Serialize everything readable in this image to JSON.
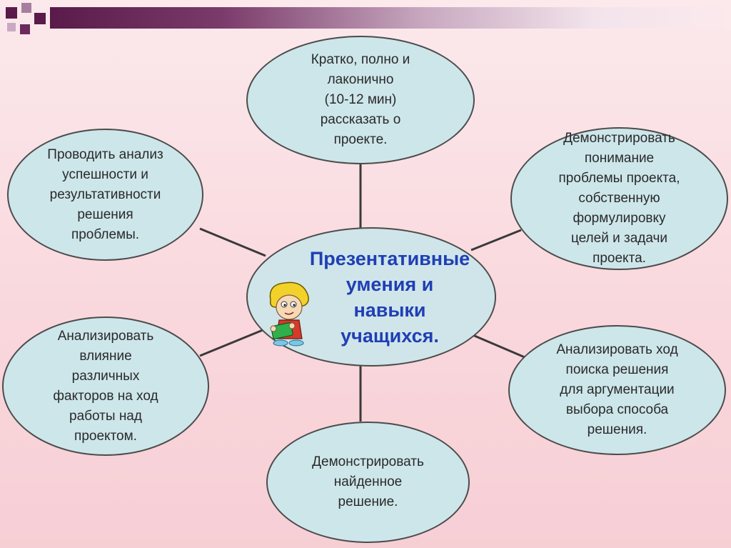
{
  "center": {
    "label": "Презентативные\nумения и\nнавыки\nучащихся."
  },
  "nodes": {
    "top": "Кратко, полно и\nлаконично\n(10-12 мин)\nрассказать о\nпроекте.",
    "top_right": "Демонстрировать\nпонимание\nпроблемы проекта,\nсобственную\nформулировку\nцелей и задачи\nпроекта.",
    "bottom_right": "Анализировать ход\nпоиска решения\nдля аргументации\nвыбора способа\nрешения.",
    "bottom": "Демонстрировать\nнайденное\nрешение.",
    "bottom_left": "Анализировать\nвлияние\nразличных\nфакторов на ход\nработы над\nпроектом.",
    "top_left": "Проводить анализ\nуспешности и\nрезультативности\nрешения\nпроблемы."
  },
  "colors": {
    "center_text": "#1f3fb5",
    "node_fill": "#cde6ea",
    "node_border": "#4c4c4c",
    "connector": "#3a3a3a",
    "accent_dark": "#5a1a4a"
  },
  "icons": {
    "center_illustration": "cartoon-student-icon"
  }
}
